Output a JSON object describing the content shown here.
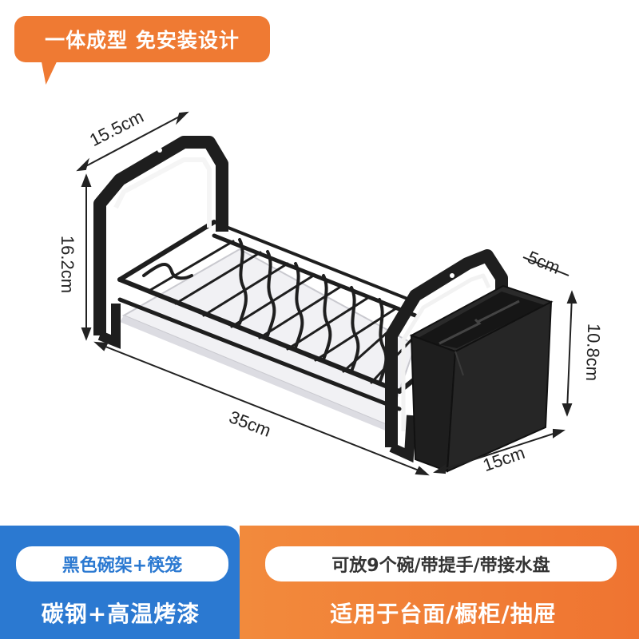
{
  "badge": {
    "text": "一体成型 免安装设计"
  },
  "dimensions": {
    "width_top": "15.5cm",
    "height_left": "16.2cm",
    "length_bottom": "35cm",
    "holder_width": "5cm",
    "holder_height": "10.8cm",
    "holder_length": "15cm"
  },
  "features": {
    "product_name": "黑色碗架+筷笼",
    "material": "碳钢+高温烤漆",
    "capacity": "可放9个碗/带提手/带接水盘",
    "usage": "适用于台面/橱柜/抽屉"
  },
  "colors": {
    "accent_orange": "#ef7a33",
    "accent_blue": "#2b79d1",
    "product_black": "#1e1e1e",
    "tray_white": "#f1f1f4"
  }
}
